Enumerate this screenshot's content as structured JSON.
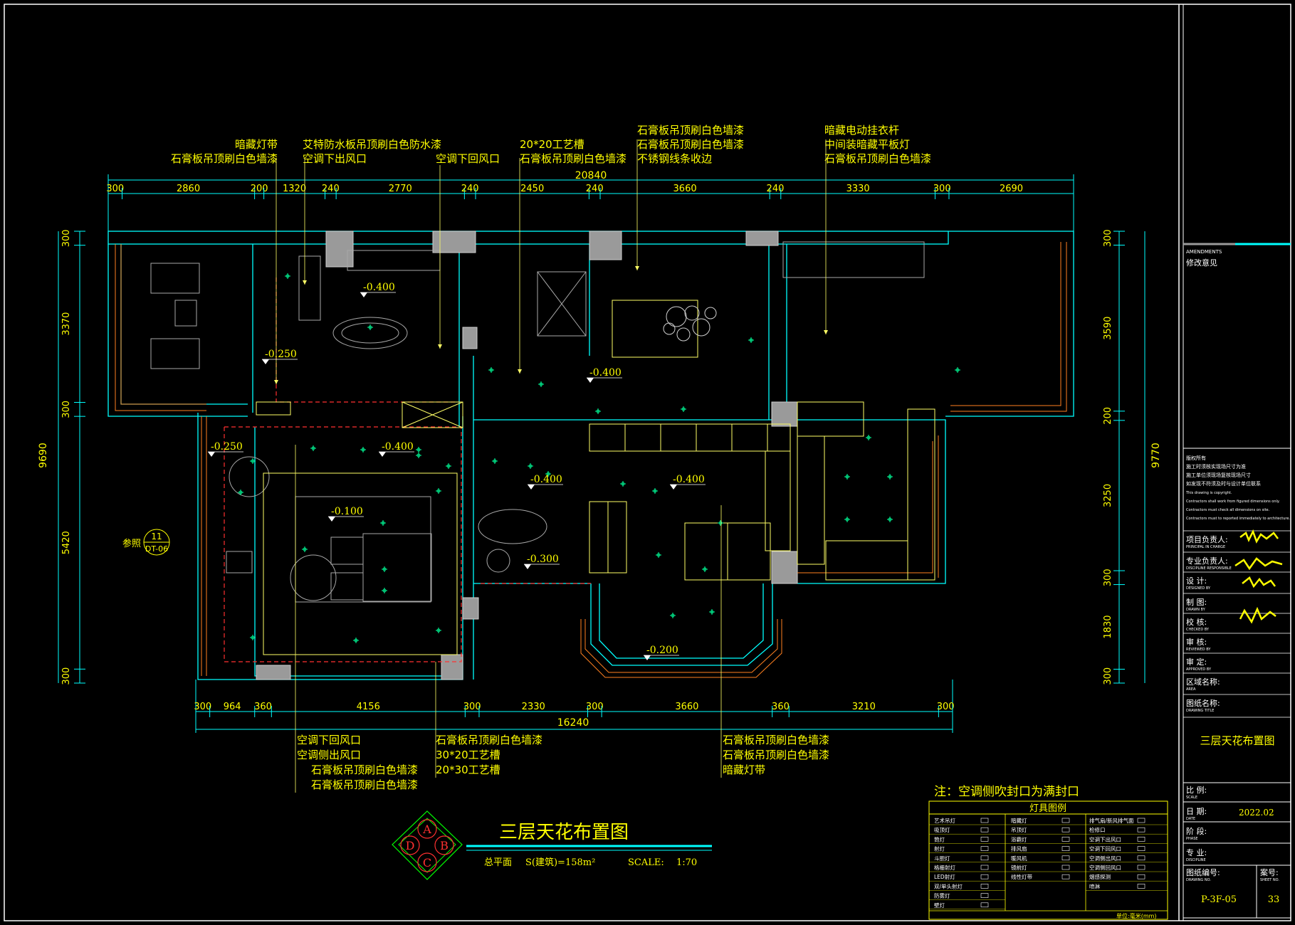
{
  "drawing": {
    "title": "三层天花布置图",
    "subtitle_area": "总平面",
    "subtitle_s": "S(建筑)=158m²",
    "scale_label": "SCALE:",
    "scale_value": "1:70",
    "compass": [
      "A",
      "B",
      "C",
      "D"
    ],
    "note": "注：空调侧吹封口为满封口",
    "reference_label": "参照",
    "reference_num": "11",
    "reference_sheet": "DT-06",
    "total_width_top": "20840",
    "total_width_bottom": "16240",
    "total_height_left": "9690",
    "total_height_right": "9770"
  },
  "dims": {
    "top": [
      "300",
      "2860",
      "200",
      "1320",
      "240",
      "2770",
      "240",
      "2450",
      "240",
      "3660",
      "240",
      "3330",
      "300",
      "2690"
    ],
    "bottom": [
      "300",
      "964",
      "360",
      "4156",
      "300",
      "2330",
      "300",
      "3660",
      "360",
      "3210",
      "300"
    ],
    "left": [
      "300",
      "3370",
      "300",
      "5420",
      "300"
    ],
    "right": [
      "300",
      "3590",
      "200",
      "3250",
      "300",
      "1830",
      "300"
    ]
  },
  "annotations_top": [
    {
      "lines": [
        "暗藏灯带",
        "石膏板吊顶刷白色墙漆"
      ]
    },
    {
      "lines": [
        "艾特防水板吊顶刷白色防水漆",
        "空调下出风口"
      ]
    },
    {
      "lines": [
        "空调下回风口"
      ]
    },
    {
      "lines": [
        "20*20工艺槽",
        "石膏板吊顶刷白色墙漆"
      ]
    },
    {
      "lines": [
        "石膏板吊顶刷白色墙漆",
        "石膏板吊顶刷白色墙漆",
        "不锈钢线条收边"
      ]
    },
    {
      "lines": [
        "暗藏电动挂衣杆",
        "中间装暗藏平板灯",
        "石膏板吊顶刷白色墙漆"
      ]
    }
  ],
  "annotations_bottom": [
    {
      "lines": [
        "空调下回风口",
        "空调侧出风口",
        "石膏板吊顶刷白色墙漆",
        "石膏板吊顶刷白色墙漆"
      ]
    },
    {
      "lines": [
        "石膏板吊顶刷白色墙漆",
        "30*20工艺槽",
        "20*30工艺槽"
      ]
    },
    {
      "lines": [
        "石膏板吊顶刷白色墙漆",
        "石膏板吊顶刷白色墙漆",
        "暗藏灯带"
      ]
    }
  ],
  "levels": [
    "-0.400",
    "-0.250",
    "-0.400",
    "-0.250",
    "-0.400",
    "-0.100",
    "-0.400",
    "-0.400",
    "-0.300",
    "-0.200"
  ],
  "title_block": {
    "amendments_en": "AMENDMENTS",
    "amendments_cn": "修改意见",
    "copyright_lines": [
      "版权所有",
      "施工时须核实现场尺寸为准",
      "施工单位须现场复核现场尺寸",
      "如发现不符须及时与设计单位联系",
      "This drawing is copyright.",
      "Contractors shall work from figured dimensions only.",
      "Contractors must check all dimensions on site.",
      "Contractors must to reported immediately to architecture."
    ],
    "rows": [
      {
        "label": "项目负责人:",
        "en": "PRINCIPAL IN CHARGE"
      },
      {
        "label": "专业负责人:",
        "en": "DISCIPLINE RESPONSIBLE"
      },
      {
        "label": "设    计:",
        "en": "DESIGNED BY"
      },
      {
        "label": "制    图:",
        "en": "DRAWN BY"
      },
      {
        "label": "校    核:",
        "en": "CHECKED BY"
      },
      {
        "label": "审    核:",
        "en": "REVIEWED BY"
      },
      {
        "label": "审    定:",
        "en": "APPROVED BY"
      },
      {
        "label": "区域名称:",
        "en": "AREA"
      },
      {
        "label": "图纸名称:",
        "en": "DRAWING TITLE"
      }
    ],
    "drawing_name": "三层天花布置图",
    "scale_label": "比    例:",
    "scale_en": "SCALE",
    "date_label": "日    期:",
    "date_en": "DATE",
    "date_value": "2022.02",
    "phase_label": "阶    段:",
    "phase_en": "PHASE",
    "discipline_label": "专    业:",
    "discipline_en": "DISCIPLINE",
    "drawing_no_label": "图纸编号:",
    "drawing_no_en": "DRAWING NO.",
    "drawing_no": "P-3F-05",
    "sheet_label": "案号:",
    "sheet_en": "SHEET NO.",
    "sheet_no": "33"
  },
  "legend": {
    "title": "灯具图例",
    "col1": [
      "艺术吊灯",
      "吸顶灯",
      "筒灯",
      "射灯",
      "斗胆灯",
      "格栅射灯",
      "LED射灯",
      "双/单头射灯",
      "防雾灯",
      "壁灯"
    ],
    "col2": [
      "暗藏灯",
      "吊顶灯",
      "浴霸灯",
      "排风扇",
      "暖风机",
      "镜前灯",
      "线性灯带"
    ],
    "col3": [
      "排气扇/新风排气面",
      "检修口",
      "空调下出风口",
      "空调下回风口",
      "空调侧出风口",
      "空调侧回风口",
      "烟感探测",
      "喷淋"
    ],
    "unit": "单位:毫米(mm)"
  },
  "colors": {
    "wall": "#00ffff",
    "text": "#ffff00",
    "grey": "#b0b0b0",
    "red": "#ff3030",
    "orange": "#ff8020",
    "green": "#00ff00",
    "magenta": "#ff00ff"
  }
}
